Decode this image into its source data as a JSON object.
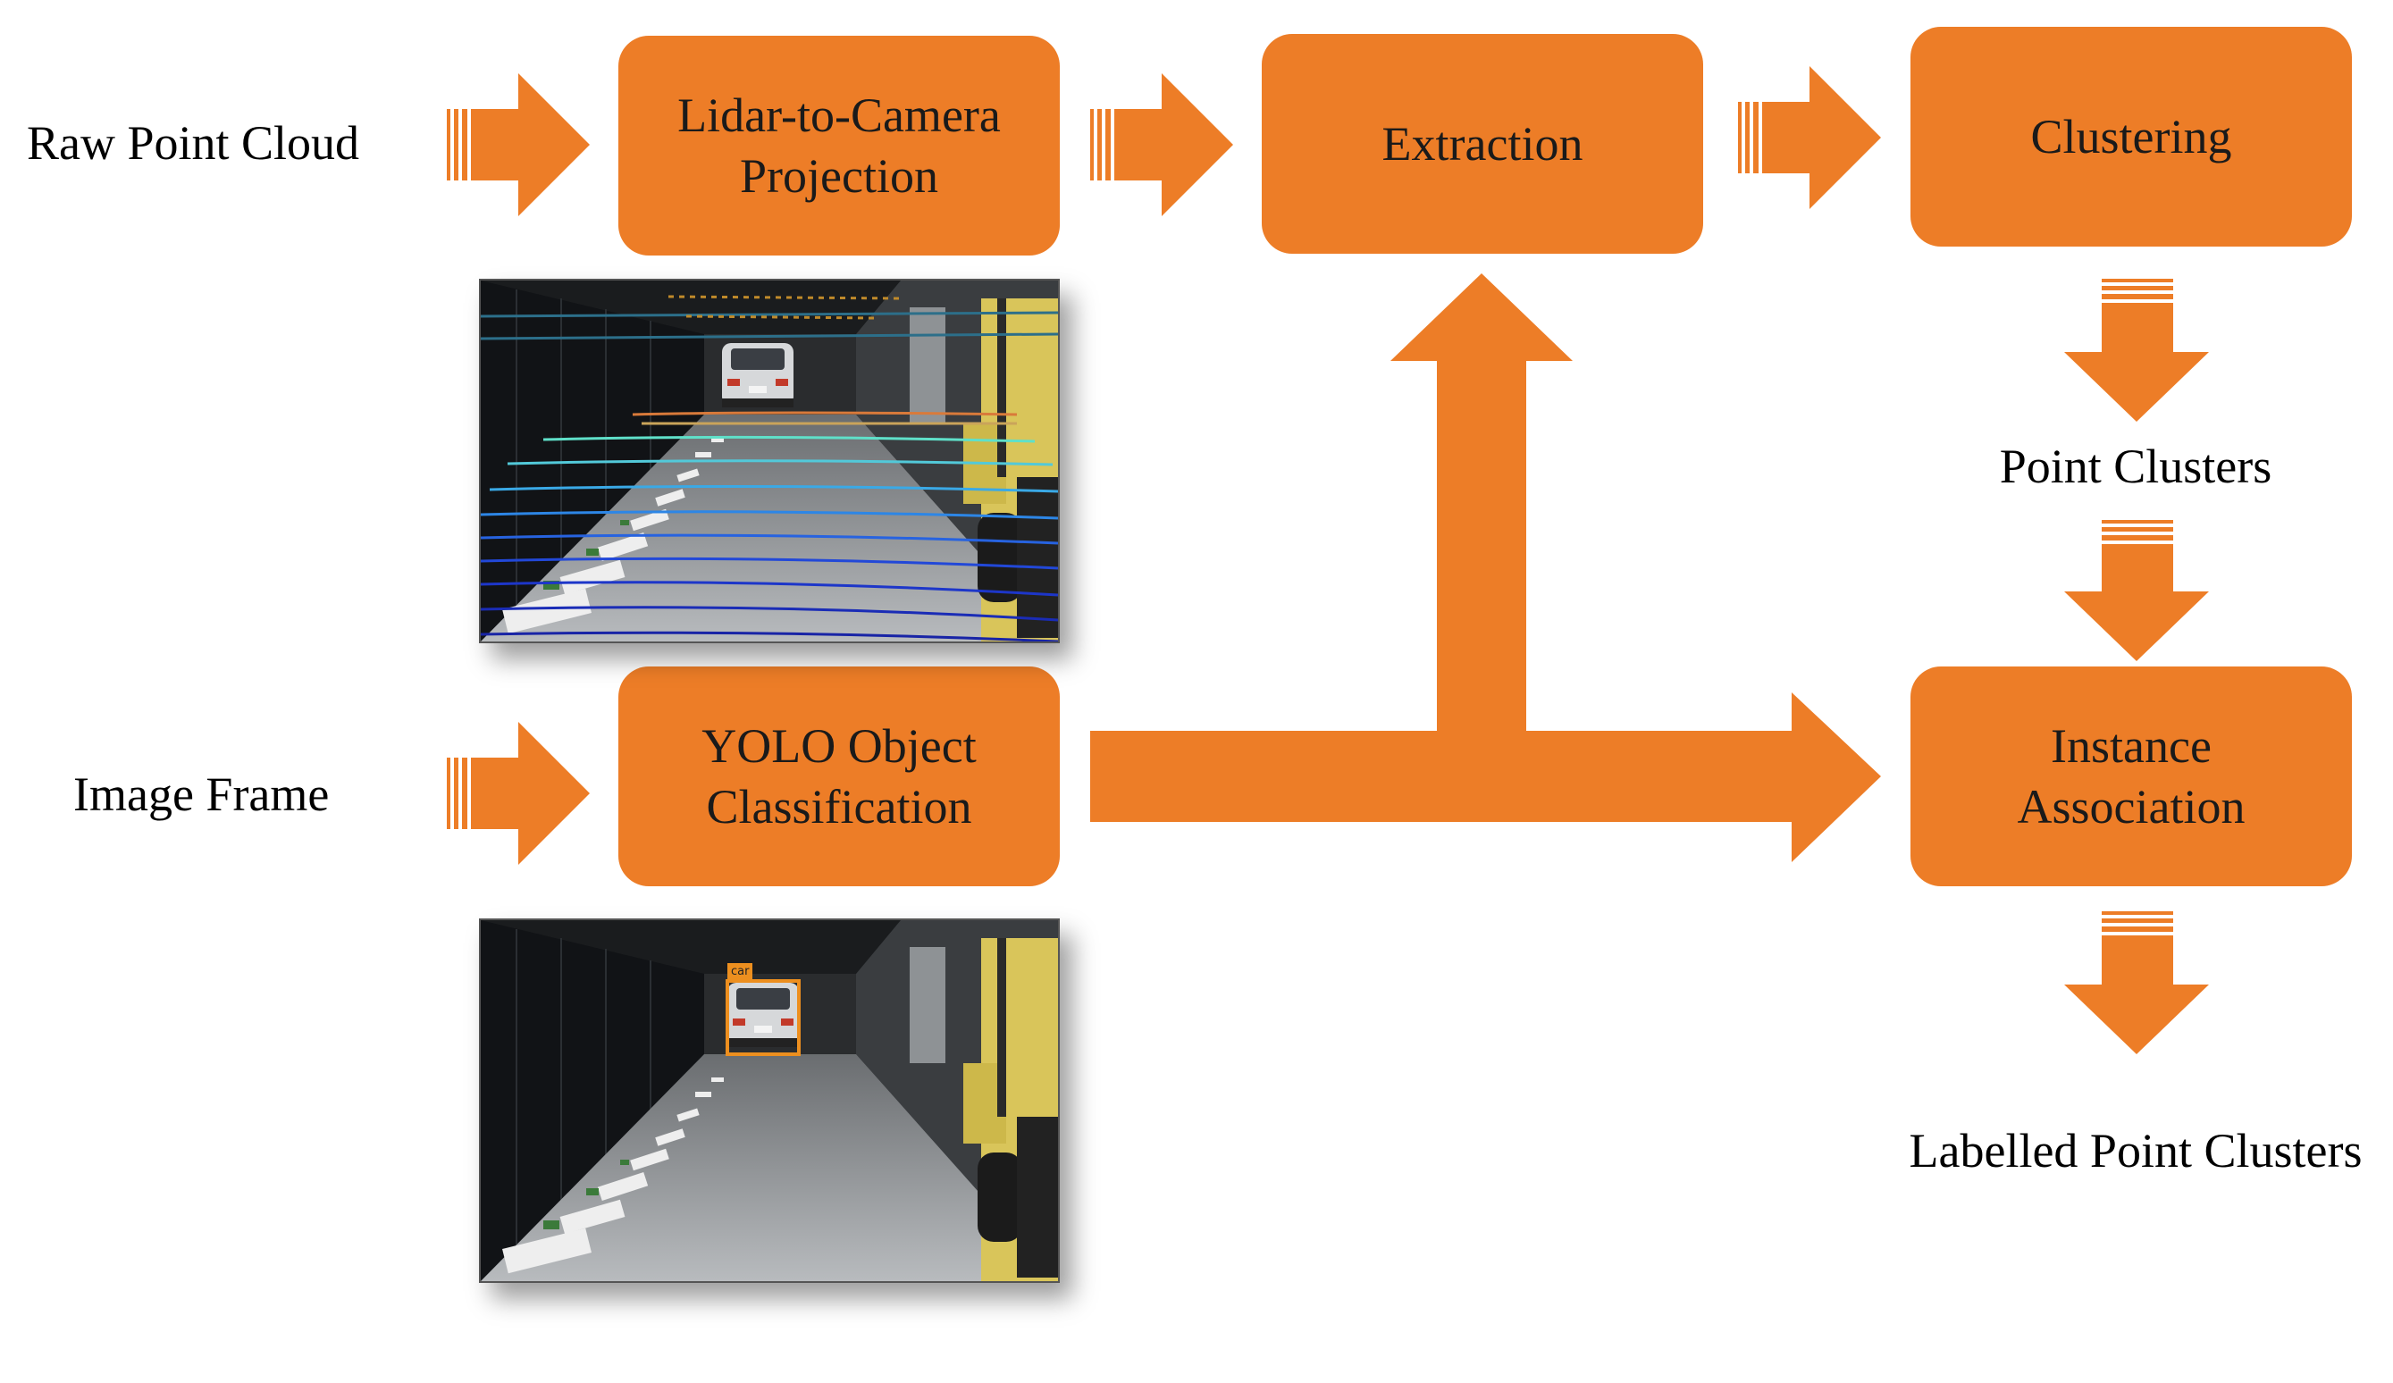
{
  "inputs": {
    "raw_point_cloud": "Raw Point Cloud",
    "image_frame": "Image Frame"
  },
  "boxes": {
    "projection": {
      "line1": "Lidar-to-Camera",
      "line2": "Projection"
    },
    "extraction": "Extraction",
    "clustering": "Clustering",
    "yolo": {
      "line1": "YOLO Object",
      "line2": "Classification"
    },
    "instance": {
      "line1": "Instance",
      "line2": "Association"
    }
  },
  "outputs": {
    "point_clusters": "Point Clusters",
    "labelled_point_clusters": "Labelled Point Clusters"
  },
  "detection_tag": "car",
  "colors": {
    "accent": "#ED7D27",
    "background": "#ffffff",
    "text": "#000000"
  }
}
